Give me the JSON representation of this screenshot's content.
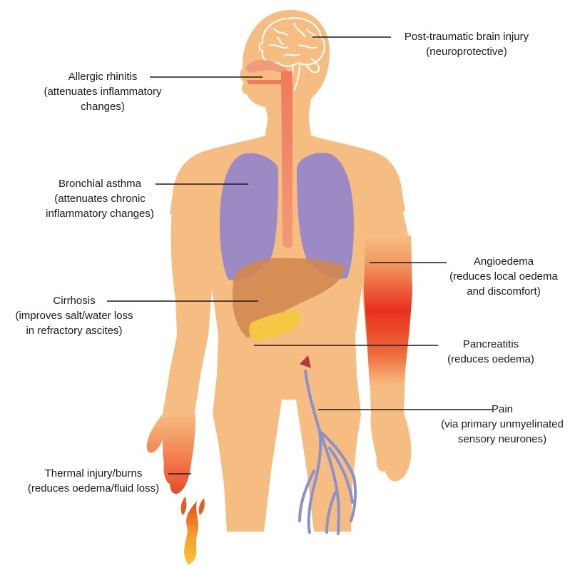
{
  "labels": {
    "brain": {
      "title": "Post-traumatic brain injury",
      "note": "(neuroprotective)"
    },
    "rhinitis": {
      "title": "Allergic rhinitis",
      "note1": "(attenuates inflammatory",
      "note2": "changes)"
    },
    "asthma": {
      "title": "Bronchial asthma",
      "note1": "(attenuates chronic",
      "note2": "inflammatory changes)"
    },
    "cirrhosis": {
      "title": "Cirrhosis",
      "note1": "(improves salt/water loss",
      "note2": "in refractory ascites)"
    },
    "angioedema": {
      "title": "Angioedema",
      "note1": "(reduces local oedema",
      "note2": "and discomfort)"
    },
    "pancreatitis": {
      "title": "Pancreatitis",
      "note": "(reduces oedema)"
    },
    "pain": {
      "title": "Pain",
      "note1": "(via primary unmyelinated",
      "note2": "sensory neurones)"
    },
    "burns": {
      "title": "Thermal injury/burns",
      "note": "(reduces oedema/fluid loss)"
    }
  },
  "colors": {
    "skin": "#f6bd82",
    "lungs": "#9b8ac4",
    "liver": "#d2874e",
    "pancreas": "#f4c843",
    "airway": "#f08a6a",
    "inflammation": "#e83a24",
    "nerves": "#8c92c8",
    "leader": "#1a1a1a"
  }
}
